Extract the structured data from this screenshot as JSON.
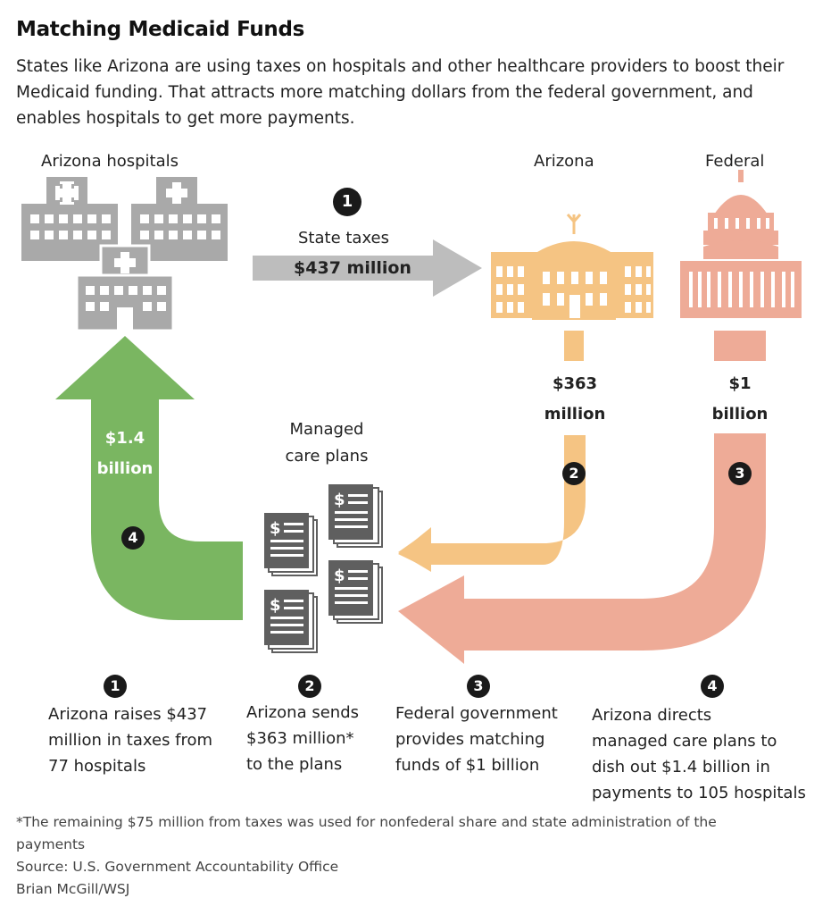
{
  "header": {
    "title": "Matching Medicaid Funds",
    "subtitle": "States like Arizona are using taxes on hospitals and other healthcare providers to boost their Medicaid funding. That attracts more matching dollars from the federal government, and enables hospitals to get more payments."
  },
  "nodes": {
    "hospitals_label": "Arizona hospitals",
    "arizona_label": "Arizona",
    "federal_label": "Federal",
    "plans_label_line1": "Managed",
    "plans_label_line2": "care plans"
  },
  "flows": {
    "f1_number": "1",
    "f1_label": "State taxes",
    "f1_amount": "$437 million",
    "f2_number": "2",
    "f2_amount_line1": "$363",
    "f2_amount_line2": "million",
    "f3_number": "3",
    "f3_amount_line1": "$1",
    "f3_amount_line2": "billion",
    "f4_number": "4",
    "f4_amount_line1": "$1.4",
    "f4_amount_line2": "billion"
  },
  "steps": [
    {
      "number": "1",
      "lines": [
        "Arizona raises $437",
        "million in taxes from",
        "77 hospitals"
      ]
    },
    {
      "number": "2",
      "lines": [
        "Arizona sends",
        "$363 million*",
        "to the plans"
      ]
    },
    {
      "number": "3",
      "lines": [
        "Federal government",
        "provides matching",
        "funds of $1 billion"
      ]
    },
    {
      "number": "4",
      "lines": [
        "Arizona directs",
        "managed care plans to",
        "dish out $1.4 billion in",
        "payments to 105 hospitals"
      ]
    }
  ],
  "footer": {
    "note_line1": "*The remaining $75 million from taxes was used for nonfederal share and state administration of the",
    "note_line2": "payments",
    "source": "Source: U.S. Government Accountability Office",
    "credit": "Brian McGill/WSJ"
  },
  "colors": {
    "hospital_gray": "#a9a9a9",
    "arizona_orange": "#f5c483",
    "federal_salmon": "#eeab97",
    "payment_green": "#7ab661",
    "tax_arrow_gray": "#bdbdbd",
    "number_badge": "#1a1a1a"
  }
}
